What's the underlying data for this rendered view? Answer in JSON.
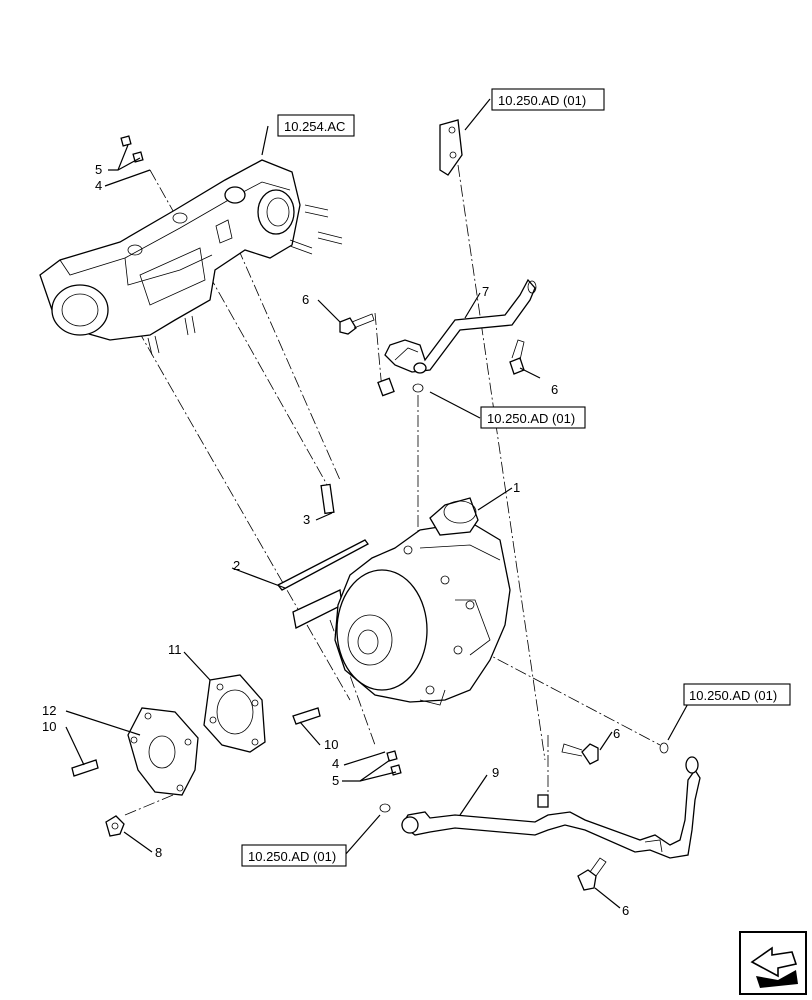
{
  "callouts": {
    "c1": "1",
    "c2": "2",
    "c3": "3",
    "c4a": "4",
    "c4b": "4",
    "c5a": "5",
    "c5b": "5",
    "c6a": "6",
    "c6b": "6",
    "c6c": "6",
    "c6d": "6",
    "c7": "7",
    "c8": "8",
    "c9": "9",
    "c10a": "10",
    "c10b": "10",
    "c11": "11",
    "c12": "12"
  },
  "references": {
    "r_manifold": "10.254.AC",
    "r_bracket": "10.250.AD (01)",
    "r_washer_top": "10.250.AD (01)",
    "r_washer_right": "10.250.AD (01)",
    "r_washer_bottom": "10.250.AD (01)"
  },
  "icons": {
    "nav": "next-page-arrow-icon"
  }
}
